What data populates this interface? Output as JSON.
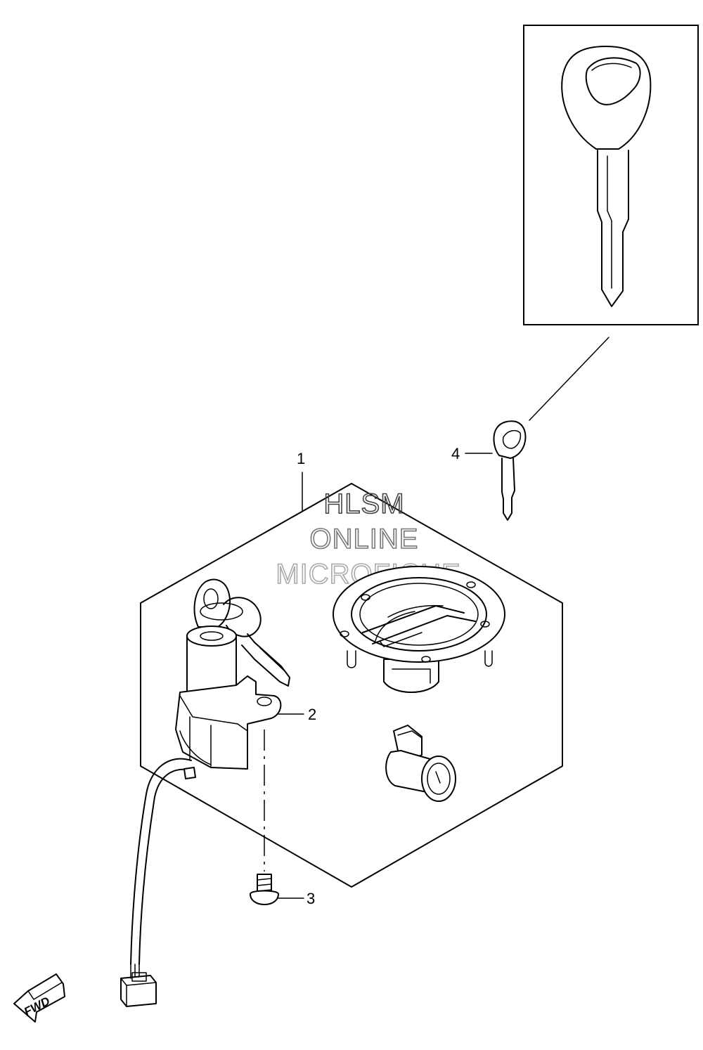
{
  "callouts": [
    {
      "number": "1",
      "part": "lock-set"
    },
    {
      "number": "2",
      "part": "ignition-switch"
    },
    {
      "number": "3",
      "part": "screw"
    },
    {
      "number": "4",
      "part": "key-blank"
    }
  ],
  "watermark": {
    "lines": [
      "HLSM",
      "ONLINE",
      "MICROFICHE"
    ],
    "colors": [
      "#444444",
      "#777777",
      "#aaaaaa"
    ]
  },
  "direction_arrow": {
    "label": "FWD"
  },
  "colors": {
    "line": "#000000",
    "background": "#ffffff"
  }
}
